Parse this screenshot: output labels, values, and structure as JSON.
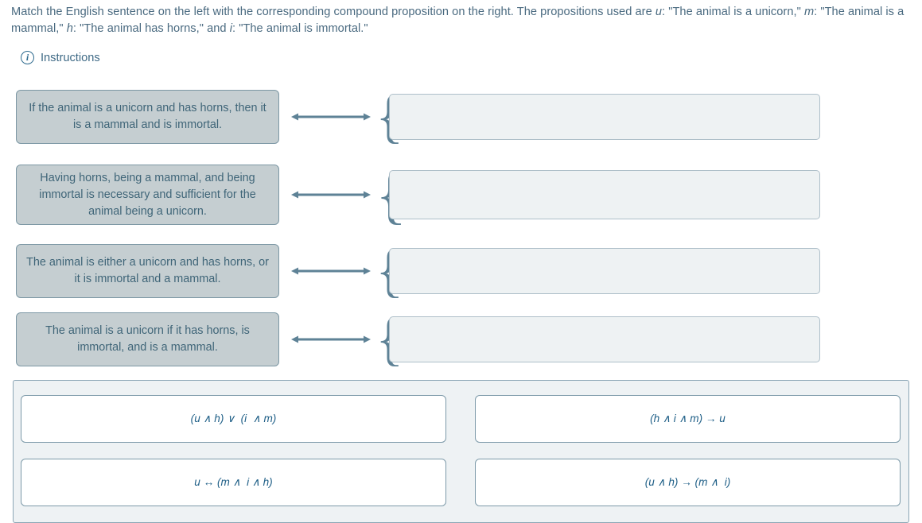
{
  "prompt": {
    "part1": "Match the English sentence on the left with the corresponding compound proposition on the right. The propositions used are ",
    "var_u": "u",
    "part2": ": \"The animal is a unicorn,\" ",
    "var_m": "m",
    "part3": ": \"The animal is a mammal,\" ",
    "var_h": "h",
    "part4": ": \"The animal has horns,\" and ",
    "var_i": "i",
    "part5": ": \"The animal is immortal.\""
  },
  "instructions": {
    "icon": "info-icon",
    "label": "Instructions"
  },
  "matching": {
    "connector_icon": "double-arrow-icon",
    "brace_glyph": "{",
    "rows": [
      {
        "sentence": "If the animal is a unicorn and has horns, then it is a mammal and is immortal.",
        "answer": ""
      },
      {
        "sentence": "Having horns, being a mammal, and being immortal is necessary and sufficient for the animal being a unicorn.",
        "answer": ""
      },
      {
        "sentence": "The animal is either a unicorn and has horns, or it is immortal and a mammal.",
        "answer": ""
      },
      {
        "sentence": "The animal is a unicorn if it has horns, is immortal, and is a mammal.",
        "answer": ""
      }
    ]
  },
  "answer_bank": {
    "tiles": [
      {
        "text": "(u ∧ h) ∨  (i  ∧ m)"
      },
      {
        "text": "u ↔ (m ∧  i ∧ h)"
      },
      {
        "text": "(h ∧ i ∧ m) → u"
      },
      {
        "text": "(u ∧ h) → (m ∧  i)"
      }
    ]
  },
  "colors": {
    "text": "#4a6a80",
    "card_fill": "#c5ced1",
    "card_border": "#7c97a4",
    "dropzone_fill": "#eef2f3",
    "dropzone_border": "#aebfc9",
    "connector": "#5e8296",
    "bank_fill": "#eef2f4",
    "bank_border": "#8ba6b5",
    "formula_text": "#1f5f87",
    "accent": "#2d6a8e"
  }
}
